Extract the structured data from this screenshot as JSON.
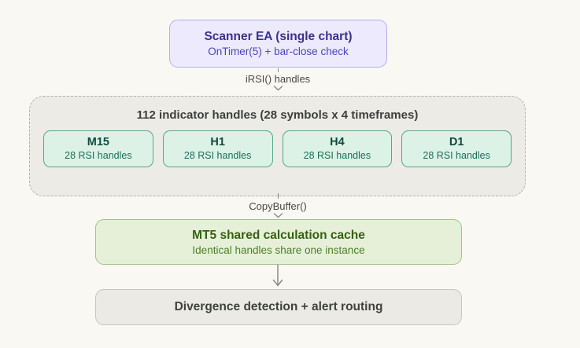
{
  "colors": {
    "background": "#faf8f2",
    "scanner_fill": "#eceafc",
    "scanner_border": "#b3b0ee",
    "scanner_title": "#3a3191",
    "scanner_subtitle": "#4c43c4",
    "container_fill": "#ecebe6",
    "container_border": "#b3b1ac",
    "container_title": "#3c403d",
    "timeframe_fill": "#dcf2e7",
    "timeframe_border": "#55a78b",
    "timeframe_title": "#12493e",
    "timeframe_subtitle": "#1a6f5a",
    "cache_fill": "#e6f0d9",
    "cache_border": "#a3c285",
    "cache_title": "#356112",
    "cache_subtitle": "#4d7f26",
    "output_fill": "#ebeae5",
    "output_border": "#c7c5bf",
    "output_text": "#3f423e",
    "connector_line": "#8d8b86",
    "connector_label": "#4c4840"
  },
  "diagram": {
    "scanner": {
      "title": "Scanner EA (single chart)",
      "subtitle": "OnTimer(5) + bar-close check"
    },
    "connector_top": {
      "label": "iRSI() handles"
    },
    "handles": {
      "title": "112 indicator handles (28 symbols x 4 timeframes)",
      "timeframes": [
        {
          "label": "M15",
          "sublabel": "28 RSI handles"
        },
        {
          "label": "H1",
          "sublabel": "28 RSI handles"
        },
        {
          "label": "H4",
          "sublabel": "28 RSI handles"
        },
        {
          "label": "D1",
          "sublabel": "28 RSI handles"
        }
      ]
    },
    "connector_mid": {
      "label": "CopyBuffer()"
    },
    "cache": {
      "title": "MT5 shared calculation cache",
      "subtitle": "Identical handles share one instance"
    },
    "output": {
      "title": "Divergence detection + alert routing"
    }
  }
}
